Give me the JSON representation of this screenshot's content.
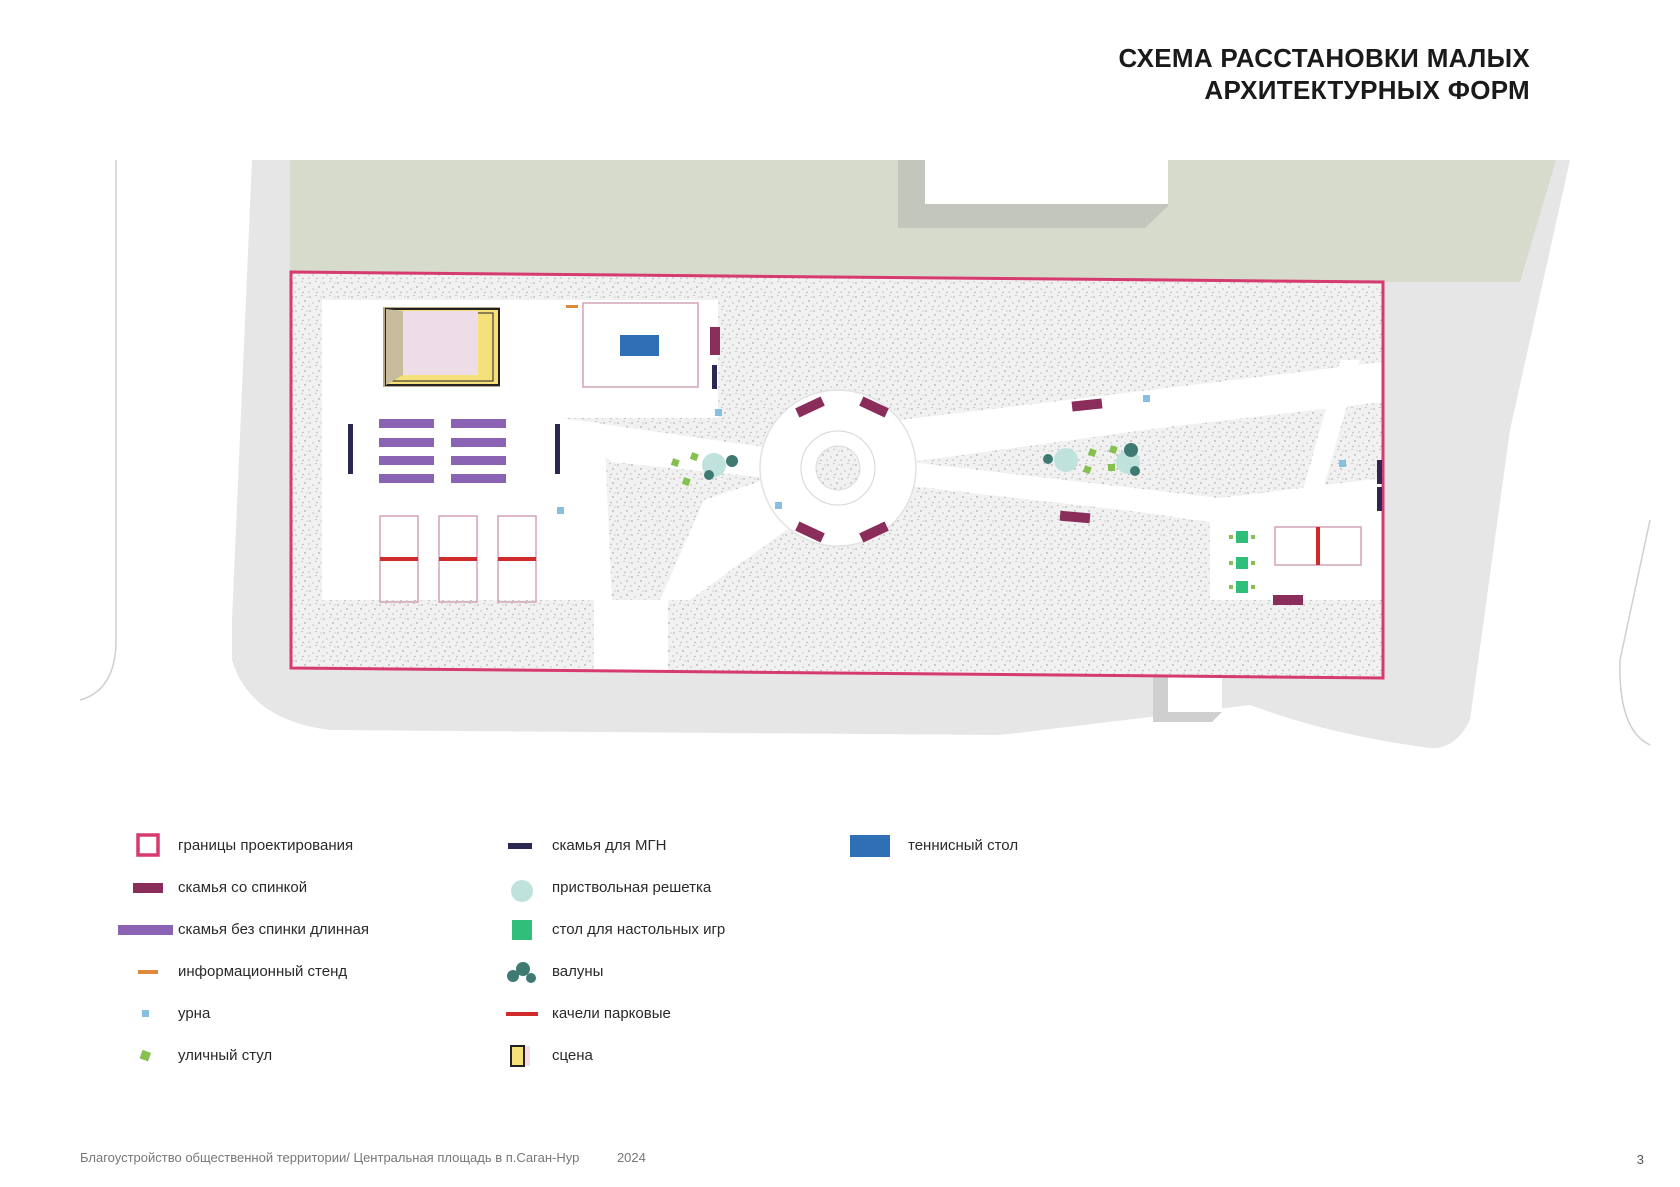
{
  "title": {
    "line1": "СХЕМА РАССТАНОВКИ МАЛЫХ",
    "line2": "АРХИТЕКТУРНЫХ ФОРМ"
  },
  "legend": {
    "col1": [
      {
        "icon": "boundary-icon",
        "label": "границы проектирования"
      },
      {
        "icon": "bench-back-icon",
        "label": "скамья со спинкой"
      },
      {
        "icon": "long-bench-icon",
        "label": "скамья без спинки длинная"
      },
      {
        "icon": "info-stand-icon",
        "label": "информационный стенд"
      },
      {
        "icon": "trash-bin-icon",
        "label": "урна"
      },
      {
        "icon": "street-stool-icon",
        "label": "уличный стул"
      }
    ],
    "col2": [
      {
        "icon": "mgn-bench-icon",
        "label": "скамья для МГН"
      },
      {
        "icon": "tree-grate-icon",
        "label": "приствольная решетка"
      },
      {
        "icon": "game-table-icon",
        "label": "стол для настольных игр"
      },
      {
        "icon": "boulders-icon",
        "label": "валуны"
      },
      {
        "icon": "park-swing-icon",
        "label": "качели парковые"
      },
      {
        "icon": "stage-icon",
        "label": "сцена"
      }
    ],
    "col3": [
      {
        "icon": "tennis-table-icon",
        "label": "теннисный стол"
      }
    ]
  },
  "colors": {
    "boundary": "#d63a6e",
    "bench_back": "#8a2d5a",
    "long_bench": "#8a63b5",
    "info_stand": "#e0883a",
    "trash_bin": "#86c0e0",
    "street_stool": "#86c050",
    "mgn_bench": "#2a2850",
    "tree_grate": "#bfe3dc",
    "game_table": "#2fbf7a",
    "boulders": "#3f7a72",
    "park_swing": "#d12a2a",
    "stage": "#f5e07a",
    "tennis_table": "#2f6fb5",
    "lawn": "#d6dbcc",
    "road": "#e6e6e6"
  },
  "footer": {
    "caption": "Благоустройство общественной территории/ Центральная площадь в п.Саган-Нур",
    "year": "2024",
    "page": "3"
  }
}
